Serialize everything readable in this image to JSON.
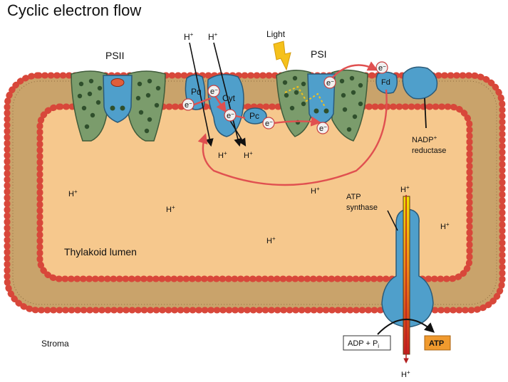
{
  "title": "Cyclic electron flow",
  "labels": {
    "psii": "PSII",
    "psi": "PSI",
    "light": "Light",
    "pq": "Pq",
    "cyt": "Cyt",
    "pc": "Pc",
    "fd": "Fd",
    "nadp_line1": "NADP",
    "nadp_sup": "+",
    "nadp_line2": "reductase",
    "atp_synthase_line1": "ATP",
    "atp_synthase_line2": "synthase",
    "thylakoid_lumen": "Thylakoid lumen",
    "stroma": "Stroma",
    "adp": "ADP + P",
    "adp_sub": "i",
    "atp": "ATP",
    "proton": "H",
    "proton_sup": "+",
    "electron": "e",
    "electron_sup": "−"
  },
  "colors": {
    "lumen": "#f6c88d",
    "lipid_head": "#d8473a",
    "lipid_tail": "#c9a36b",
    "psii_green": "#7b9c6c",
    "protein_blue": "#4f9fcb",
    "atp_badge": "#f09a2e",
    "arrow_red": "#e05050",
    "bolt": "#f5c11b"
  }
}
